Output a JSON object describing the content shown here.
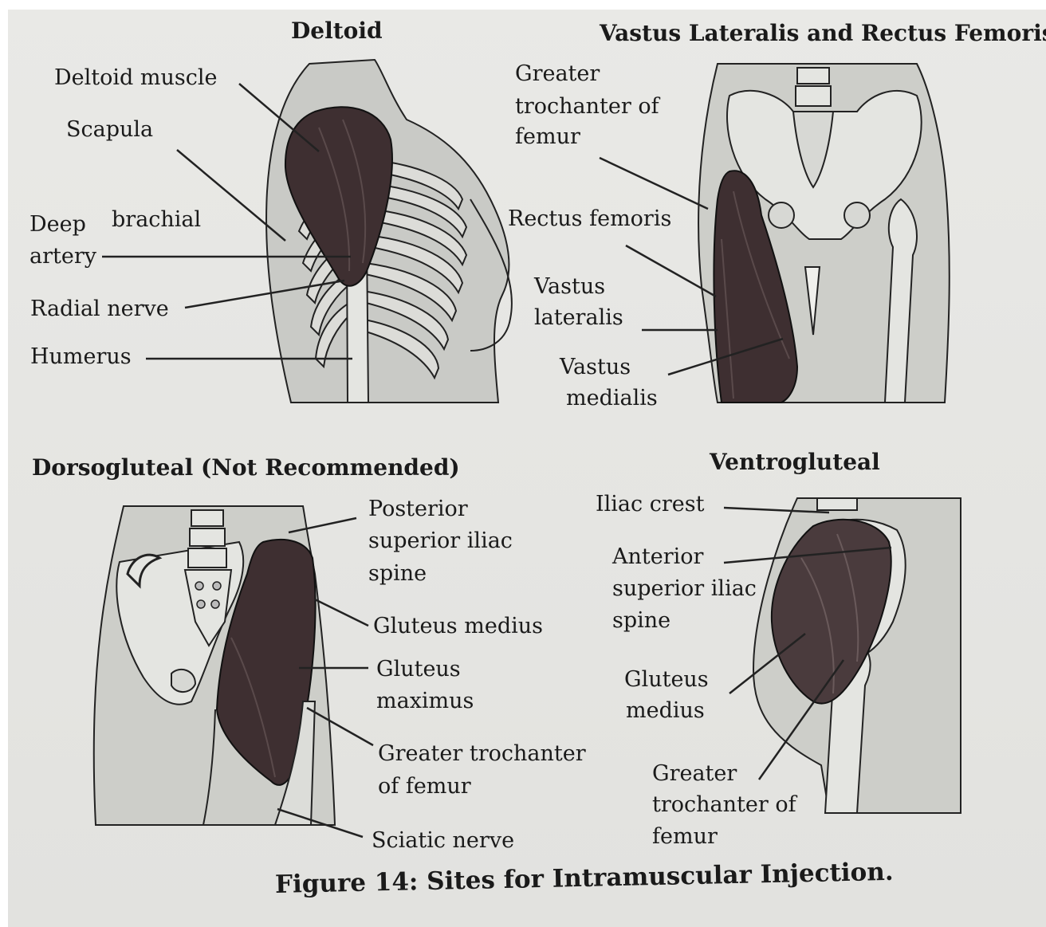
{
  "panels": {
    "deltoid": {
      "title": "Deltoid",
      "labels": {
        "deltoid_muscle": "Deltoid muscle",
        "scapula": "Scapula",
        "deep_brachial_1": "Deep",
        "deep_brachial_2": "brachial",
        "deep_brachial_3": "artery",
        "radial_nerve": "Radial nerve",
        "humerus": "Humerus"
      }
    },
    "vastus": {
      "title": "Vastus Lateralis and Rectus Femoris",
      "labels": {
        "greater_trochanter_1": "Greater",
        "greater_trochanter_2": "trochanter   of",
        "greater_trochanter_3": "femur",
        "rectus_femoris": "Rectus femoris",
        "vastus_lateralis_1": "Vastus",
        "vastus_lateralis_2": "lateralis",
        "vastus_medialis_1": "Vastus",
        "vastus_medialis_2": "medialis"
      }
    },
    "dorsogluteal": {
      "title": "Dorsogluteal (Not Recommended)",
      "labels": {
        "psis_1": "Posterior",
        "psis_2": "superior   iliac",
        "psis_3": "spine",
        "gluteus_medius": "Gluteus medius",
        "gluteus_maximus_1": "Gluteus",
        "gluteus_maximus_2": "maximus",
        "greater_trochanter_1": "Greater     trochanter",
        "greater_trochanter_2": "of femur",
        "sciatic_nerve": "Sciatic nerve"
      }
    },
    "ventrogluteal": {
      "title": "Ventrogluteal",
      "labels": {
        "iliac_crest": "Iliac crest",
        "asis_1": "Anterior",
        "asis_2": "superior   iliac",
        "asis_3": "spine",
        "gluteus_medius_1": "Gluteus",
        "gluteus_medius_2": "medius",
        "greater_trochanter_1": "Greater",
        "greater_trochanter_2": "trochanter  of",
        "greater_trochanter_3": "femur"
      }
    }
  },
  "caption": "Figure 14: Sites for Intramuscular Injection.",
  "colors": {
    "muscle": "#3e2f31",
    "skin": "#cfd0cc",
    "bone": "#e4e5e1",
    "line": "#222222"
  }
}
